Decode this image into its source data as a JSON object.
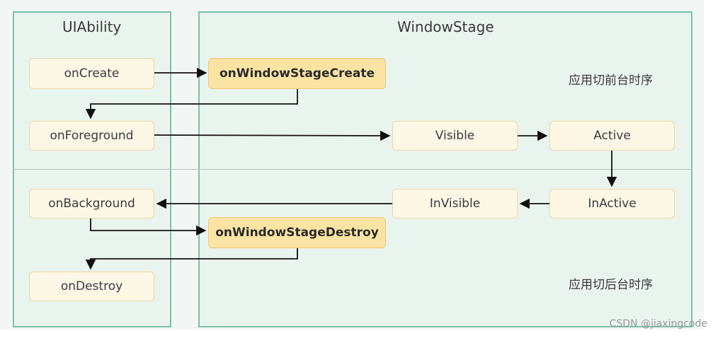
{
  "panels": {
    "uiability_title": "UIAbility",
    "windowstage_title": "WindowStage"
  },
  "uiability_nodes": {
    "on_create": "onCreate",
    "on_foreground": "onForeground",
    "on_background": "onBackground",
    "on_destroy": "onDestroy"
  },
  "windowstage_nodes": {
    "on_window_stage_create": "onWindowStageCreate",
    "visible": "Visible",
    "active": "Active",
    "inactive": "InActive",
    "invisible": "InVisible",
    "on_window_stage_destroy": "onWindowStageDestroy"
  },
  "notes": {
    "foreground_sequence": "应用切前台时序",
    "background_sequence": "应用切后台时序"
  },
  "watermark": "CSDN @jiaxingcode",
  "colors": {
    "panel_border": "#7cc2aa",
    "panel_fill": "#eaf4ef",
    "node_fill": "#fdf7e6",
    "node_strong_fill": "#fbe4a3",
    "arrow": "#111111"
  }
}
